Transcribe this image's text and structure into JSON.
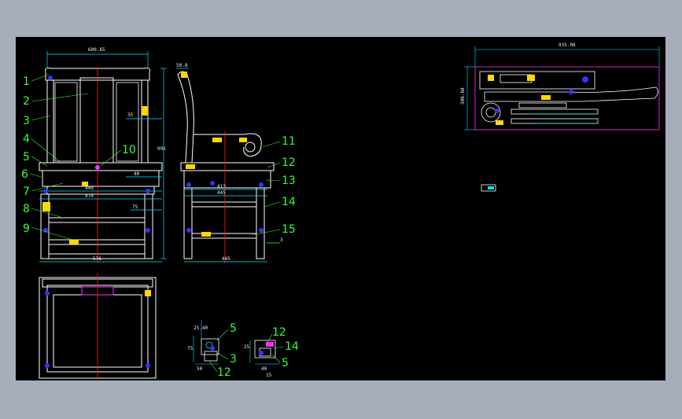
{
  "drawing": {
    "part_numbers": [
      "1",
      "2",
      "3",
      "4",
      "5",
      "6",
      "7",
      "8",
      "9",
      "10",
      "11",
      "12",
      "13",
      "14",
      "15"
    ],
    "front": {
      "width_dim": "600.65",
      "height_dim": "995",
      "sub_dims": [
        "35",
        "440",
        "470",
        "576",
        "75",
        "40"
      ]
    },
    "side": {
      "top_dim": "50.8",
      "sub_dims": [
        "413",
        "445",
        "445",
        "3"
      ]
    },
    "side_view_labels": [
      "11",
      "12",
      "13",
      "14",
      "15"
    ],
    "right": {
      "width_dim": "935.08",
      "height_dim": "306.68"
    },
    "details": {
      "left": {
        "labels": [
          "5",
          "3",
          "12"
        ],
        "dims": [
          "25.40",
          "75",
          "50"
        ]
      },
      "right": {
        "labels": [
          "12",
          "14",
          "5"
        ],
        "dims": [
          "25",
          "40",
          "15"
        ]
      }
    }
  },
  "colors": {
    "background": "#000000",
    "frame": "#a6aebb",
    "outline": "#ffffff",
    "dimension": "#00e5ff",
    "label": "#33ff33",
    "center": "#ff2020",
    "hidden": "#ff30ff",
    "hatch": "#ffd700",
    "joint": "#3333ff"
  }
}
